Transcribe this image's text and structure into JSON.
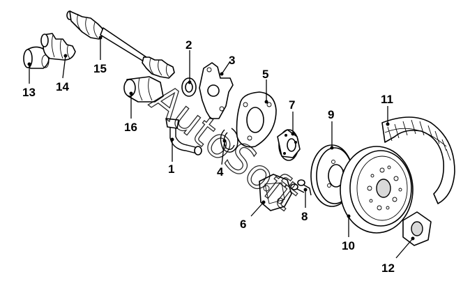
{
  "callouts": [
    {
      "id": "1",
      "label": "1"
    },
    {
      "id": "2",
      "label": "2"
    },
    {
      "id": "3",
      "label": "3"
    },
    {
      "id": "4",
      "label": "4"
    },
    {
      "id": "5",
      "label": "5"
    },
    {
      "id": "6",
      "label": "6"
    },
    {
      "id": "7",
      "label": "7"
    },
    {
      "id": "8",
      "label": "8"
    },
    {
      "id": "9",
      "label": "9"
    },
    {
      "id": "10",
      "label": "10"
    },
    {
      "id": "11",
      "label": "11"
    },
    {
      "id": "12",
      "label": "12"
    },
    {
      "id": "13",
      "label": "13"
    },
    {
      "id": "14",
      "label": "14"
    },
    {
      "id": "15",
      "label": "15"
    },
    {
      "id": "16",
      "label": "16"
    }
  ],
  "watermark": {
    "text": "AutoSoft"
  }
}
